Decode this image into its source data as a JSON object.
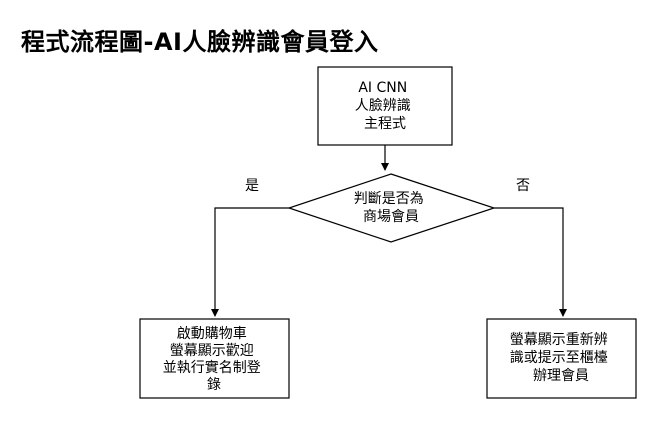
{
  "title": "程式流程圖-AI人臉辨識會員登入",
  "nodes": {
    "start": {
      "lines": [
        "AI CNN",
        "人臉辨識",
        "主程式"
      ]
    },
    "decision": {
      "lines": [
        "判斷是否為",
        "商場會員"
      ]
    },
    "yes_action": {
      "lines": [
        "啟動購物車",
        "螢幕顯示歡迎",
        "並執行實名制登",
        "錄"
      ]
    },
    "no_action": {
      "lines": [
        "螢幕顯示重新辨",
        "識或提示至櫃檯",
        "辦理會員"
      ]
    }
  },
  "edges": {
    "yes_label": "是",
    "no_label": "否"
  }
}
